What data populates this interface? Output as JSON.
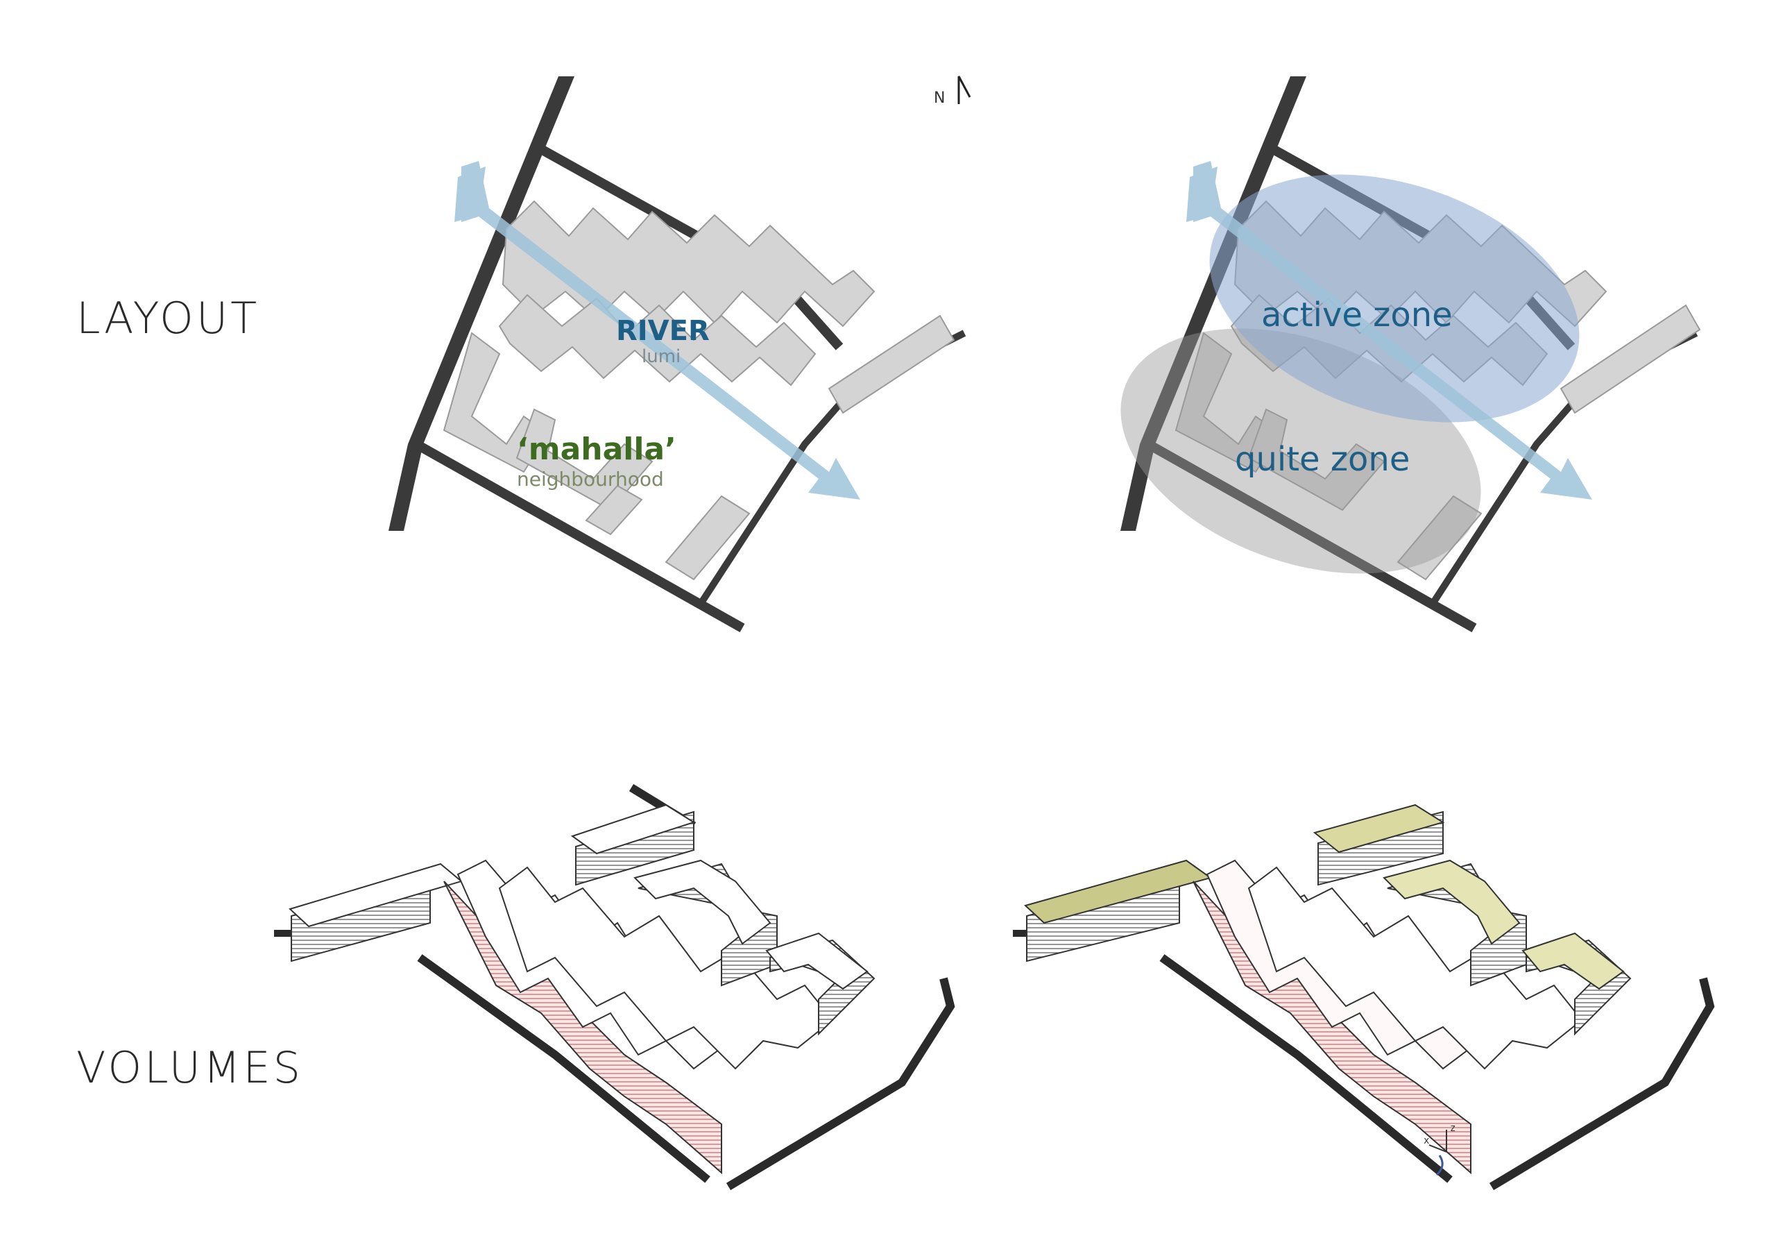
{
  "sections": {
    "layout_label": "LAYOUT",
    "volumes_label": "VOLUMES"
  },
  "north": {
    "letter": "N"
  },
  "layout_left": {
    "river_title": "RIVER",
    "river_subtitle": "lumi",
    "mahalla_title": "‘mahalla’",
    "mahalla_subtitle": "neighbourhood"
  },
  "layout_right": {
    "active_zone": "active zone",
    "quiet_zone": "quite zone"
  },
  "axis_gizmo": {
    "z": "z",
    "x": "x"
  },
  "colors": {
    "road": "#3a3a3a",
    "block": "#d4d4d4",
    "river_arrow": "#9ec3d9",
    "active_zone": "#8aa9d1",
    "quiet_zone": "#9a9a9a",
    "accent_blue": "#1d5f87",
    "accent_green": "#3d6b1f",
    "facade_pink": "#f3c2c2",
    "roof_green": "#b8b86a"
  }
}
